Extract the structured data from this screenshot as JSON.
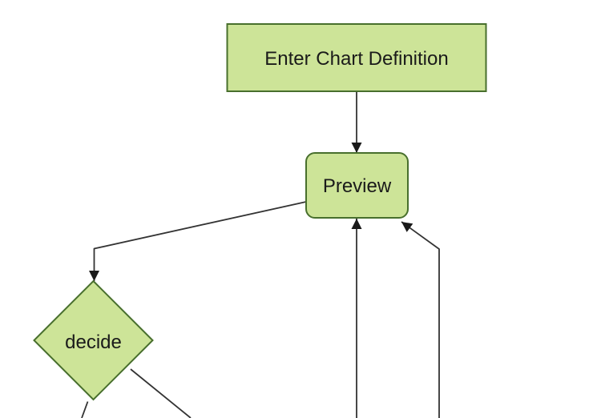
{
  "diagram": {
    "type": "flowchart",
    "direction": "top-down",
    "nodes": {
      "enter_chart_definition": {
        "label": "Enter Chart Definition",
        "shape": "rectangle"
      },
      "preview": {
        "label": "Preview",
        "shape": "rounded-rectangle"
      },
      "decide": {
        "label": "decide",
        "shape": "diamond"
      }
    },
    "edges": [
      {
        "from": "enter_chart_definition",
        "to": "preview",
        "arrow": true
      },
      {
        "from": "preview",
        "to": "decide",
        "arrow": true
      },
      {
        "from": "decide",
        "to": "offscreen-bottom-left",
        "arrow": false
      },
      {
        "from": "decide",
        "to": "offscreen-bottom-right",
        "arrow": false
      },
      {
        "from": "offscreen-bottom-center",
        "to": "preview",
        "arrow": true
      },
      {
        "from": "offscreen-bottom-right",
        "to": "preview",
        "arrow": true
      }
    ],
    "colors": {
      "background": "#ffffff",
      "node_fill": "#cde498",
      "node_stroke": "#486f2d",
      "edge_line": "#333333",
      "arrowhead": "#1a1a1a",
      "text": "#1a1a1a"
    }
  }
}
